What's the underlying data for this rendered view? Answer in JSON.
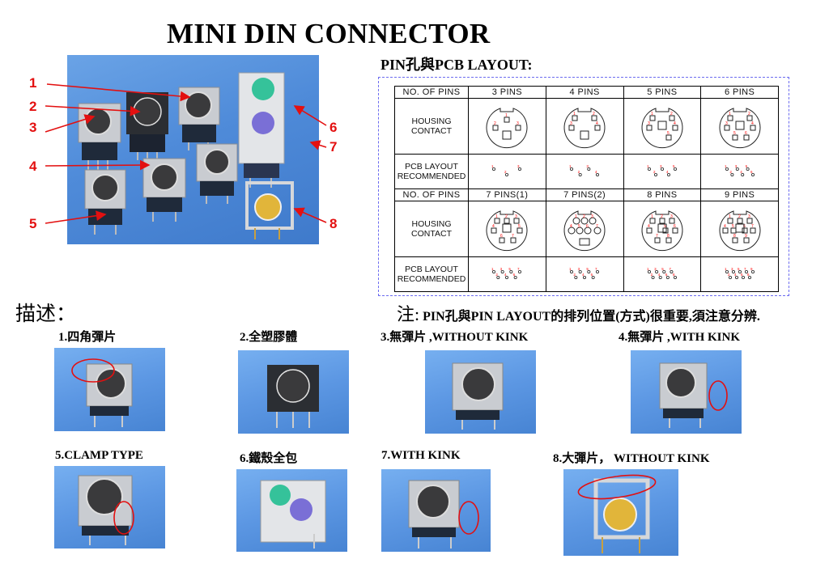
{
  "title": "MINI DIN CONNECTOR",
  "layout_section": {
    "title": "PIN孔與PCB LAYOUT:",
    "table": {
      "row_labels": {
        "pins": "NO. OF PINS",
        "housing": [
          "HOUSING",
          "CONTACT"
        ],
        "pcb": [
          "PCB LAYOUT",
          "RECOMMENDED"
        ]
      },
      "groups": [
        {
          "columns": [
            "3 PINS",
            "4 PINS",
            "5 PINS",
            "6 PINS"
          ]
        },
        {
          "columns": [
            "7 PINS(1)",
            "7 PINS(2)",
            "8 PINS",
            "9 PINS"
          ]
        }
      ]
    }
  },
  "main_photo": {
    "callouts": [
      "1",
      "2",
      "3",
      "4",
      "5",
      "6",
      "7",
      "8"
    ],
    "callout_color": "#e31010"
  },
  "description": {
    "heading": "描述：",
    "note_prefix": "注:",
    "note_text": "PIN孔與PIN LAYOUT的排列位置(方式)很重要,須注意分辨.",
    "items": [
      {
        "label": "1.四角彈片",
        "highlight": true
      },
      {
        "label": "2.全塑膠體",
        "highlight": false
      },
      {
        "label": "3.無彈片 ,WITHOUT KINK",
        "highlight": false
      },
      {
        "label": "4.無彈片 ,WITH KINK",
        "highlight": true
      },
      {
        "label": "5.CLAMP TYPE",
        "highlight": true
      },
      {
        "label": "6.鐵殼全包",
        "highlight": false
      },
      {
        "label": "7.WITH KINK",
        "highlight": true
      },
      {
        "label": "8.大彈片， WITHOUT KINK",
        "highlight": true
      }
    ]
  },
  "colors": {
    "photo_background": "#5c97e3",
    "dashed_border": "#6b6bf0",
    "annotation_red": "#e31010",
    "pin_number_red": "#ff0000"
  }
}
